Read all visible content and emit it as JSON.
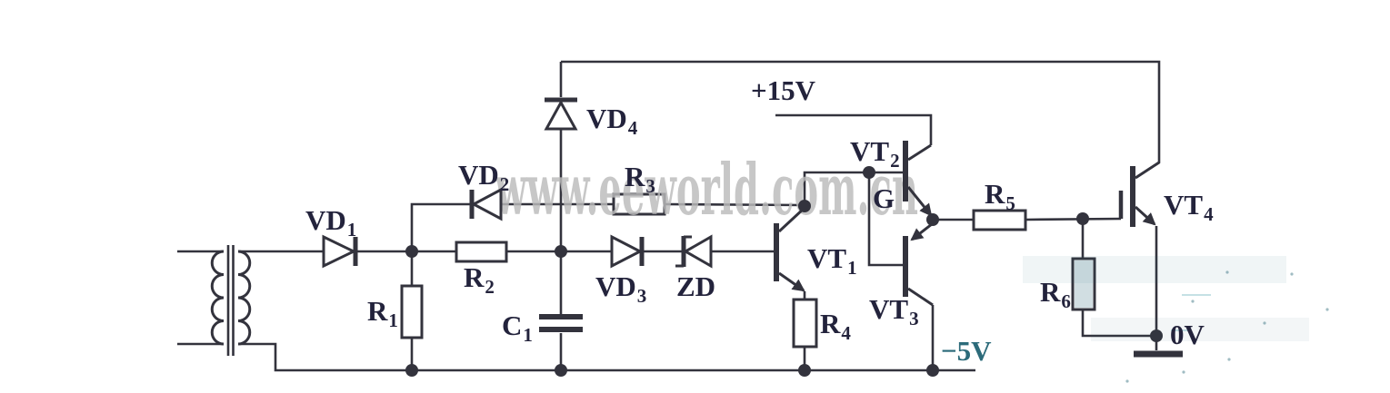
{
  "figure": {
    "type": "circuit-schematic"
  },
  "colors": {
    "ink": "#33333d",
    "label": "#23233c",
    "teal": "#2c6b7a",
    "wm": "#bbbbbb",
    "background": "#ffffff"
  },
  "watermark": {
    "text": "www.eeworld.com.cn"
  },
  "labels": {
    "vd1": {
      "main": "VD",
      "sub": "1"
    },
    "vd2": {
      "main": "VD",
      "sub": "2"
    },
    "vd3": {
      "main": "VD",
      "sub": "3"
    },
    "vd4": {
      "main": "VD",
      "sub": "4"
    },
    "zd": {
      "main": "ZD"
    },
    "r1": {
      "main": "R",
      "sub": "1"
    },
    "r2": {
      "main": "R",
      "sub": "2"
    },
    "r3": {
      "main": "R",
      "sub": "3"
    },
    "r4": {
      "main": "R",
      "sub": "4"
    },
    "r5": {
      "main": "R",
      "sub": "5"
    },
    "r6": {
      "main": "R",
      "sub": "6"
    },
    "c1": {
      "main": "C",
      "sub": "1"
    },
    "vt1": {
      "main": "VT",
      "sub": "1"
    },
    "vt2": {
      "main": "VT",
      "sub": "2"
    },
    "vt3": {
      "main": "VT",
      "sub": "3"
    },
    "vt4": {
      "main": "VT",
      "sub": "4"
    },
    "g": {
      "main": "G"
    },
    "supply_pos": {
      "main": "+15V"
    },
    "supply_neg": {
      "main": "−5V"
    },
    "ground": {
      "main": "0V"
    }
  },
  "components": [
    {
      "ref": "transformer",
      "type": "transformer"
    },
    {
      "ref": "VD1",
      "type": "diode"
    },
    {
      "ref": "VD2",
      "type": "diode"
    },
    {
      "ref": "VD3",
      "type": "diode"
    },
    {
      "ref": "VD4",
      "type": "diode"
    },
    {
      "ref": "ZD",
      "type": "zener-diode"
    },
    {
      "ref": "R1",
      "type": "resistor"
    },
    {
      "ref": "R2",
      "type": "resistor"
    },
    {
      "ref": "R3",
      "type": "resistor"
    },
    {
      "ref": "R4",
      "type": "resistor"
    },
    {
      "ref": "R5",
      "type": "resistor"
    },
    {
      "ref": "R6",
      "type": "resistor"
    },
    {
      "ref": "C1",
      "type": "capacitor"
    },
    {
      "ref": "VT1",
      "type": "npn-transistor"
    },
    {
      "ref": "VT2",
      "type": "npn-transistor"
    },
    {
      "ref": "VT3",
      "type": "pnp-transistor"
    },
    {
      "ref": "VT4",
      "type": "igbt"
    }
  ]
}
